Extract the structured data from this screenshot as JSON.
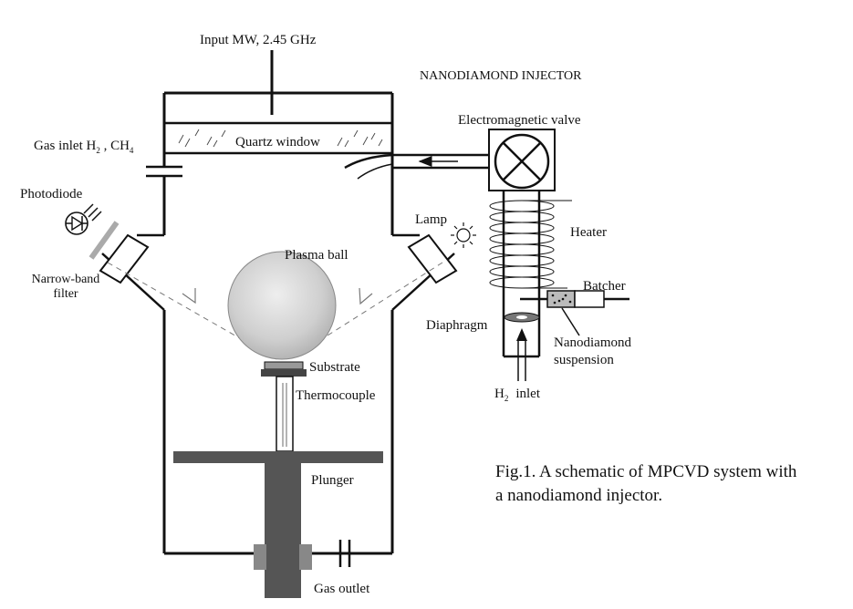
{
  "labels": {
    "input_mw": "Input MW,  2.45 GHz",
    "injector_title": "NANODIAMOND INJECTOR",
    "em_valve": "Electromagnetic valve",
    "quartz_window": "Quartz window",
    "gas_inlet_main": "Gas inlet H",
    "gas_inlet_sub1": "2",
    "gas_inlet_mid": " , CH",
    "gas_inlet_sub2": "4",
    "photodiode": "Photodiode",
    "lamp": "Lamp",
    "heater": "Heater",
    "plasma_ball": "Plasma ball",
    "narrow_band_1": "Narrow-band",
    "narrow_band_2": "filter",
    "batcher": "Batcher",
    "diaphragm": "Diaphragm",
    "nd_susp_1": "Nanodiamond",
    "nd_susp_2": "suspension",
    "substrate": "Substrate",
    "thermocouple": "Thermocouple",
    "h2_main": "H",
    "h2_sub": "2",
    "h2_rest": "inlet",
    "plunger": "Plunger",
    "gas_outlet": "Gas outlet"
  },
  "caption": {
    "line1": "Fig.1. A schematic of  MPCVD system with",
    "line2": "a nanodiamond injector."
  }
}
